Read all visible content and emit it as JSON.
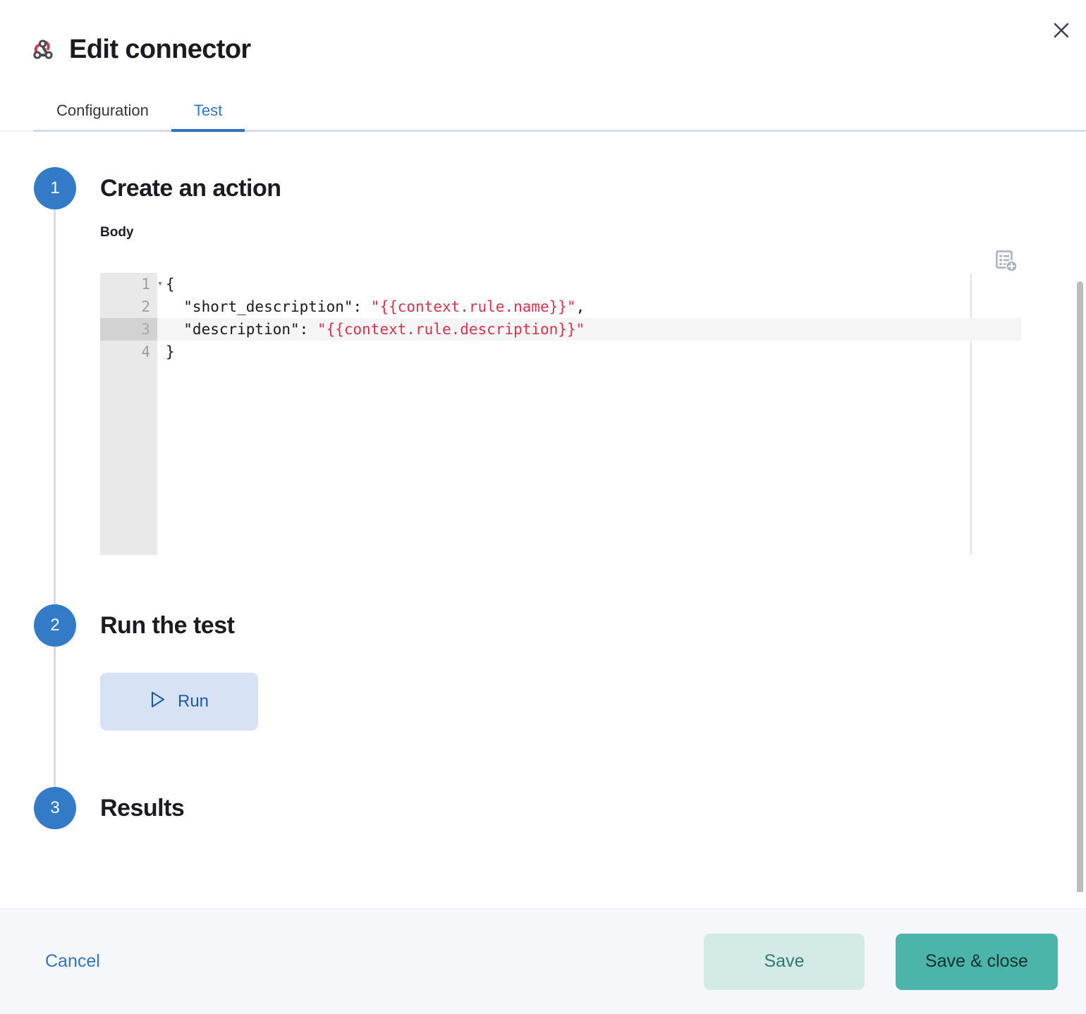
{
  "window": {
    "title": "Edit connector",
    "brand_icon": "webhook-icon",
    "close_icon": "close-icon"
  },
  "tabs": [
    {
      "label": "Configuration",
      "active": false
    },
    {
      "label": "Test",
      "active": true
    }
  ],
  "steps": [
    {
      "number": "1",
      "title": "Create an action"
    },
    {
      "number": "2",
      "title": "Run the test"
    },
    {
      "number": "3",
      "title": "Results"
    }
  ],
  "body_field": {
    "label": "Body",
    "add_variable_icon": "add-variable-icon",
    "active_line": 3,
    "lines": [
      {
        "number": "1",
        "foldable": true,
        "segments": [
          {
            "text": "{",
            "type": "plain"
          }
        ]
      },
      {
        "number": "2",
        "foldable": false,
        "segments": [
          {
            "text": "  \"short_description\": ",
            "type": "plain"
          },
          {
            "text": "\"{{context.rule.name}}\"",
            "type": "string"
          },
          {
            "text": ",",
            "type": "plain"
          }
        ]
      },
      {
        "number": "3",
        "foldable": false,
        "segments": [
          {
            "text": "  \"description\": ",
            "type": "plain"
          },
          {
            "text": "\"{{context.rule.description}}\"",
            "type": "string"
          }
        ]
      },
      {
        "number": "4",
        "foldable": false,
        "segments": [
          {
            "text": "}",
            "type": "plain"
          }
        ]
      }
    ]
  },
  "run": {
    "label": "Run",
    "icon": "play-icon"
  },
  "footer": {
    "cancel_label": "Cancel",
    "save_label": "Save",
    "save_close_label": "Save & close"
  },
  "colors": {
    "accent_blue": "#337ac7",
    "tab_active": "#3373c4",
    "run_bg": "#d7e3f5",
    "run_text": "#1c5aa8",
    "save_bg": "#d3eae7",
    "save_text": "#31796f",
    "save_close_bg": "#4cb5ab",
    "string_token": "#d1344f",
    "webhook_pink": "#c8385f"
  }
}
